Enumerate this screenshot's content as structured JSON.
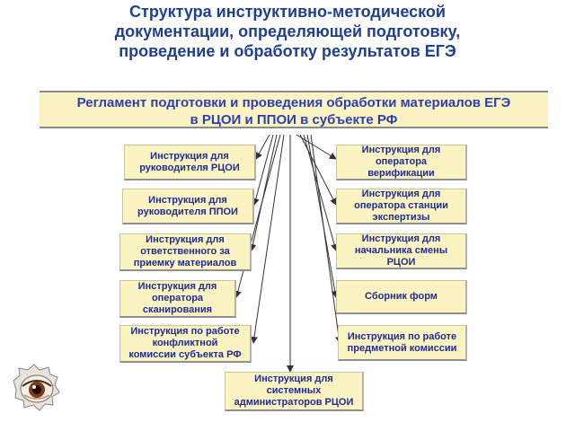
{
  "title": {
    "line1": "Структура инструктивно-методической",
    "line2": "документации, определяющей подготовку,",
    "line3": "проведение и обработку результатов ЕГЭ"
  },
  "banner": {
    "line1": "Регламент подготовки и проведения обработки материалов ЕГЭ",
    "line2": "в РЦОИ и ППОИ в субъекте РФ"
  },
  "left_boxes": [
    {
      "lines": [
        "Инструкция для",
        "руководителя РЦОИ"
      ]
    },
    {
      "lines": [
        "Инструкция для",
        "руководителя ППОИ"
      ]
    },
    {
      "lines": [
        "Инструкция для",
        "ответственного за",
        "приемку материалов"
      ]
    },
    {
      "lines": [
        "Инструкция для",
        "оператора",
        "сканирования"
      ]
    },
    {
      "lines": [
        "Инструкция по работе",
        "конфликтной",
        "комиссии субъекта РФ"
      ]
    }
  ],
  "right_boxes": [
    {
      "lines": [
        "Инструкция для",
        "оператора",
        "верификации"
      ]
    },
    {
      "lines": [
        "Инструкция для",
        "оператора станции",
        "экспертизы"
      ]
    },
    {
      "lines": [
        "Инструкция для",
        "начальника смены",
        "РЦОИ"
      ]
    },
    {
      "lines": [
        "Сборник форм"
      ]
    },
    {
      "lines": [
        "Инструкция по работе",
        "предметной комиссии"
      ]
    }
  ],
  "bottom_box": {
    "lines": [
      "Инструкция для",
      "системных",
      "администраторов РЦОИ"
    ]
  },
  "colors": {
    "title": "#1f3f8f",
    "banner_text": "#2b3fb0",
    "box_fill": "#fbf4c2",
    "box_text": "#1f2b8f",
    "arrow": "#333333"
  },
  "decoration": {
    "icon": "eye-icon"
  }
}
